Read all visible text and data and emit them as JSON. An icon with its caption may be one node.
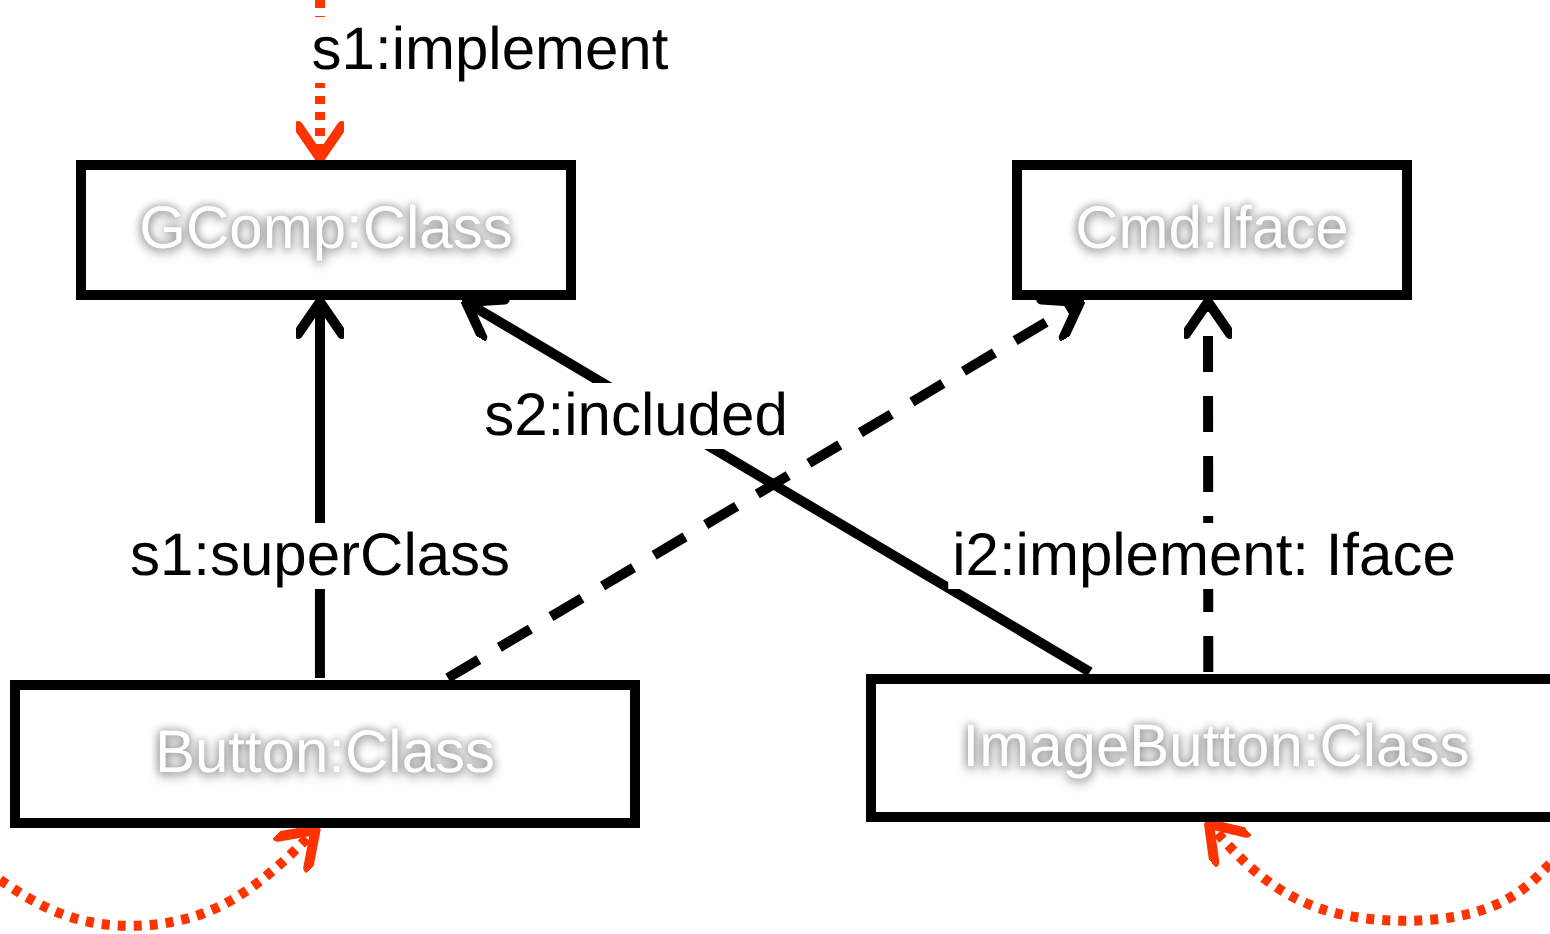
{
  "diagram": {
    "nodes": [
      {
        "text": [
          "GComp:Class"
        ]
      },
      {
        "text": [
          "Cmd:Iface"
        ]
      },
      {
        "text": [
          "Button:Class"
        ]
      },
      {
        "text": [
          "ImageButton:Class"
        ]
      }
    ],
    "edges": [
      {
        "from": null,
        "to": 0,
        "arrow": "to",
        "label": "s1:implement",
        "style": "dashed",
        "color": "#ff3300"
      },
      {
        "from": 2,
        "to": 0,
        "arrow": "to",
        "label": "s1:superClass"
      },
      {
        "from": 2,
        "to": 1,
        "arrow": "to",
        "style": "dashed"
      },
      {
        "from": 3,
        "to": 0,
        "arrow": "to",
        "label": "s2:included"
      },
      {
        "from": 3,
        "to": 1,
        "arrow": "to",
        "label": "i2:implement: Iface",
        "style": "dashed"
      },
      {
        "from": null,
        "to": 2,
        "arrow": "to",
        "style": "dashed",
        "color": "#ff3300"
      },
      {
        "from": null,
        "to": 3,
        "arrow": "to",
        "style": "dashed",
        "color": "#ff3300"
      }
    ]
  }
}
